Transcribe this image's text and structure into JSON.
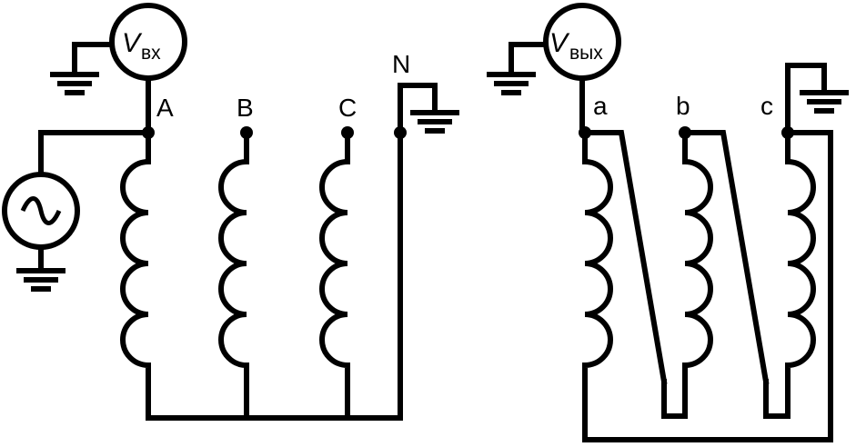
{
  "primary": {
    "meter": {
      "symbol": "V",
      "subscript": "вх"
    },
    "terminals": [
      "A",
      "B",
      "C",
      "N"
    ]
  },
  "secondary": {
    "meter": {
      "symbol": "V",
      "subscript": "вых"
    },
    "terminals": [
      "a",
      "b",
      "c"
    ]
  },
  "icons": [
    "ac-source-icon",
    "ground-icon",
    "voltmeter-icon",
    "coil-icon"
  ]
}
